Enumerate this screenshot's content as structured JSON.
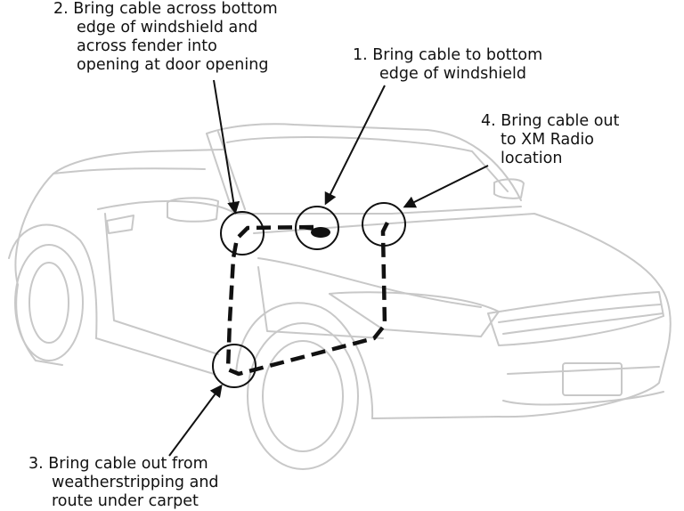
{
  "callouts": {
    "step2": {
      "lines": [
        "2. Bring cable across bottom",
        "edge of windshield and",
        "across fender into",
        "opening at door opening"
      ]
    },
    "step1": {
      "lines": [
        "1. Bring cable to bottom",
        "edge of windshield"
      ]
    },
    "step4": {
      "lines": [
        "4. Bring cable out",
        "to XM Radio",
        "location"
      ]
    },
    "step3": {
      "lines": [
        "3. Bring cable out from",
        "weatherstripping and",
        "route under carpet"
      ]
    }
  },
  "colors": {
    "car_outline": "#c8c8c8",
    "cable": "#111111",
    "circle": "#111111",
    "text": "#111111"
  }
}
